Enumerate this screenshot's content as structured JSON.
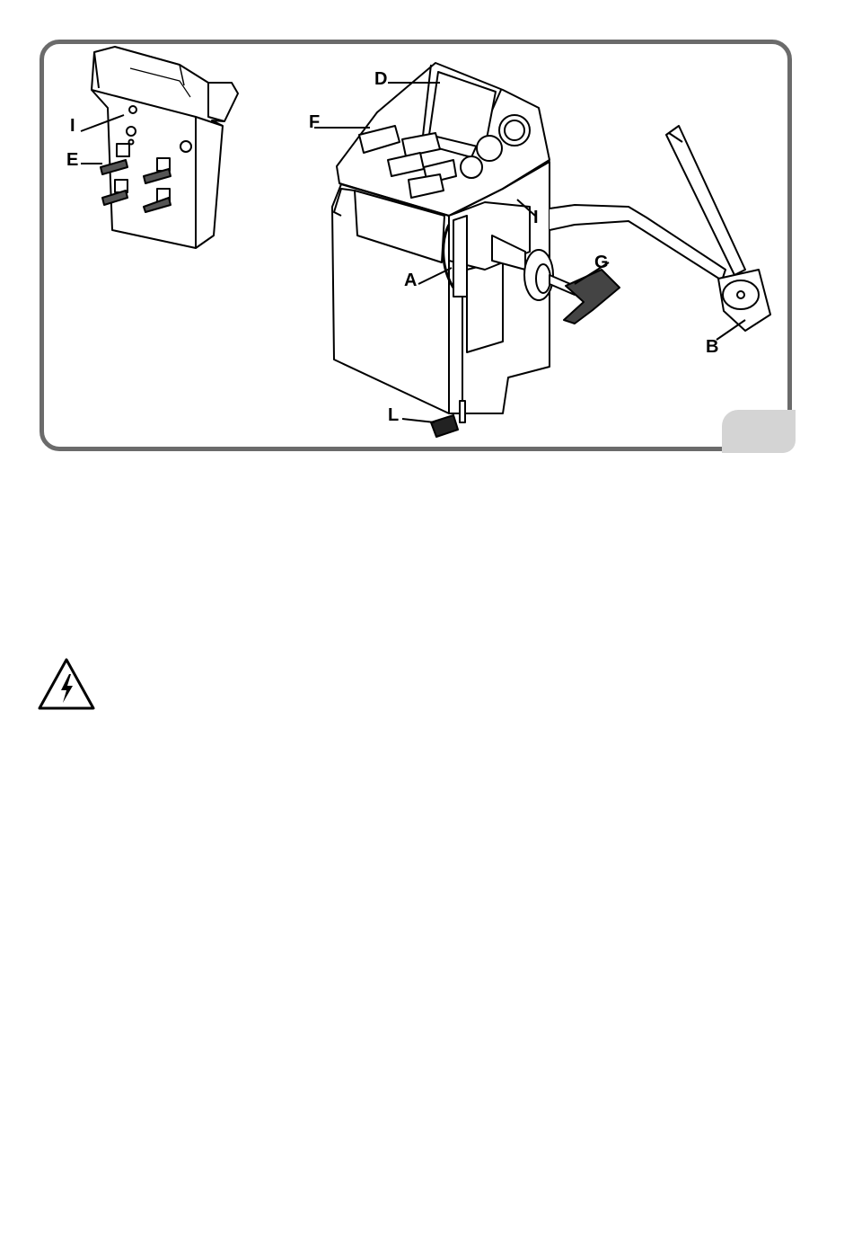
{
  "figure": {
    "callouts": {
      "I_left": "I",
      "E": "E",
      "D": "D",
      "F": "F",
      "I_right": "I",
      "A": "A",
      "G": "G",
      "B": "B",
      "L": "L"
    },
    "corner_tab_color": "#d4d4d4",
    "frame_color": "#6b6b6b"
  },
  "warning": {
    "icon": "electrical-hazard-icon"
  }
}
